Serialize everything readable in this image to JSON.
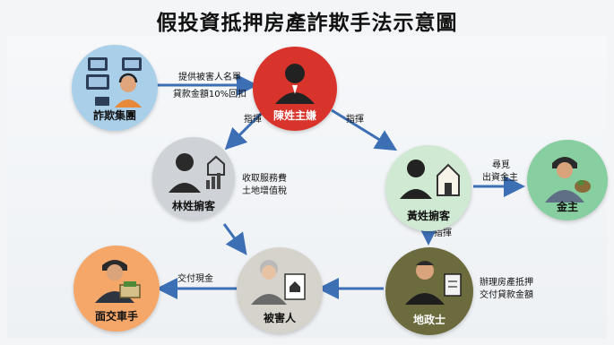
{
  "title": "假投資抵押房產詐欺手法示意圖",
  "nodes": {
    "fraud_group": "詐欺集團",
    "chen": "陳姓主嫌",
    "lin": "林姓掮客",
    "huang": "黃姓掮客",
    "financier": "金主",
    "courier": "面交車手",
    "victim": "被害人",
    "land_agent": "地政士"
  },
  "edges": {
    "provide_list": "提供被害人名單",
    "kickback": "貸款金額10%回扣",
    "direct_left": "指揮",
    "direct_right": "指揮",
    "direct_down": "指揮",
    "fees_line1": "收取服務費",
    "fees_line2": "土地增值稅",
    "find_line1": "尋覓",
    "find_line2": "出資金主",
    "cash": "交付現金",
    "mortgage_line1": "辦理房產抵押",
    "mortgage_line2": "交付貸款金額"
  },
  "colors": {
    "fraud_group": "#a9cfe9",
    "chen": "#d9342b",
    "lin": "#cfd3d8",
    "huang": "#cfe9d2",
    "financier": "#87cfa0",
    "courier": "#f5a76a",
    "victim": "#d6d3cd",
    "land_agent": "#6b6b3e",
    "arrow": "#3d6fb5"
  }
}
